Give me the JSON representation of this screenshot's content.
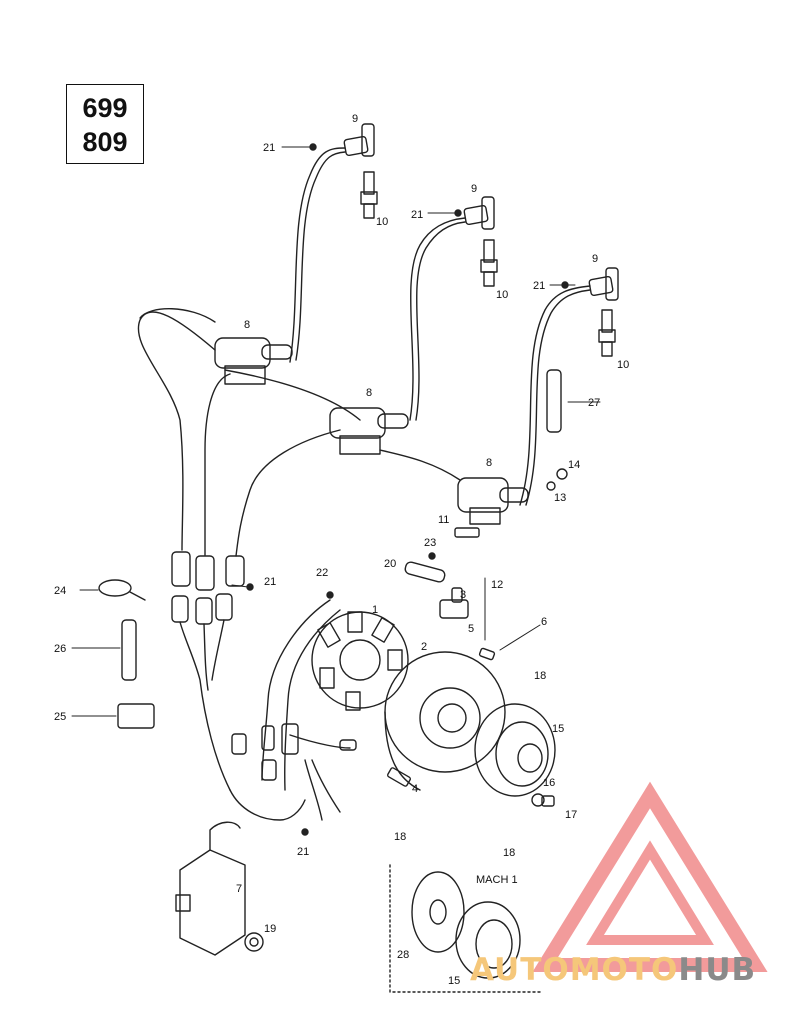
{
  "model_numbers": [
    "699",
    "809"
  ],
  "inset_label": "MACH 1",
  "watermark": {
    "part1": "AUTOMOTO",
    "part2": "HUB",
    "colors": {
      "logo": "#f08a8a",
      "text1": "#f5c77a",
      "text2": "#8a8a8a"
    }
  },
  "callouts": {
    "c1": "1",
    "c2": "2",
    "c3": "3",
    "c4": "4",
    "c5": "5",
    "c6": "6",
    "c7": "7",
    "c8a": "8",
    "c8b": "8",
    "c8c": "8",
    "c9a": "9",
    "c9b": "9",
    "c9c": "9",
    "c10a": "10",
    "c10b": "10",
    "c10c": "10",
    "c11": "11",
    "c12": "12",
    "c13": "13",
    "c14": "14",
    "c15a": "15",
    "c15b": "15",
    "c16": "16",
    "c17": "17",
    "c18a": "18",
    "c18b": "18",
    "c18c": "18",
    "c19": "19",
    "c20": "20",
    "c21a": "21",
    "c21b": "21",
    "c21c": "21",
    "c21d": "21",
    "c21e": "21",
    "c22": "22",
    "c23": "23",
    "c24": "24",
    "c25": "25",
    "c26": "26",
    "c27": "27",
    "c28": "28"
  }
}
